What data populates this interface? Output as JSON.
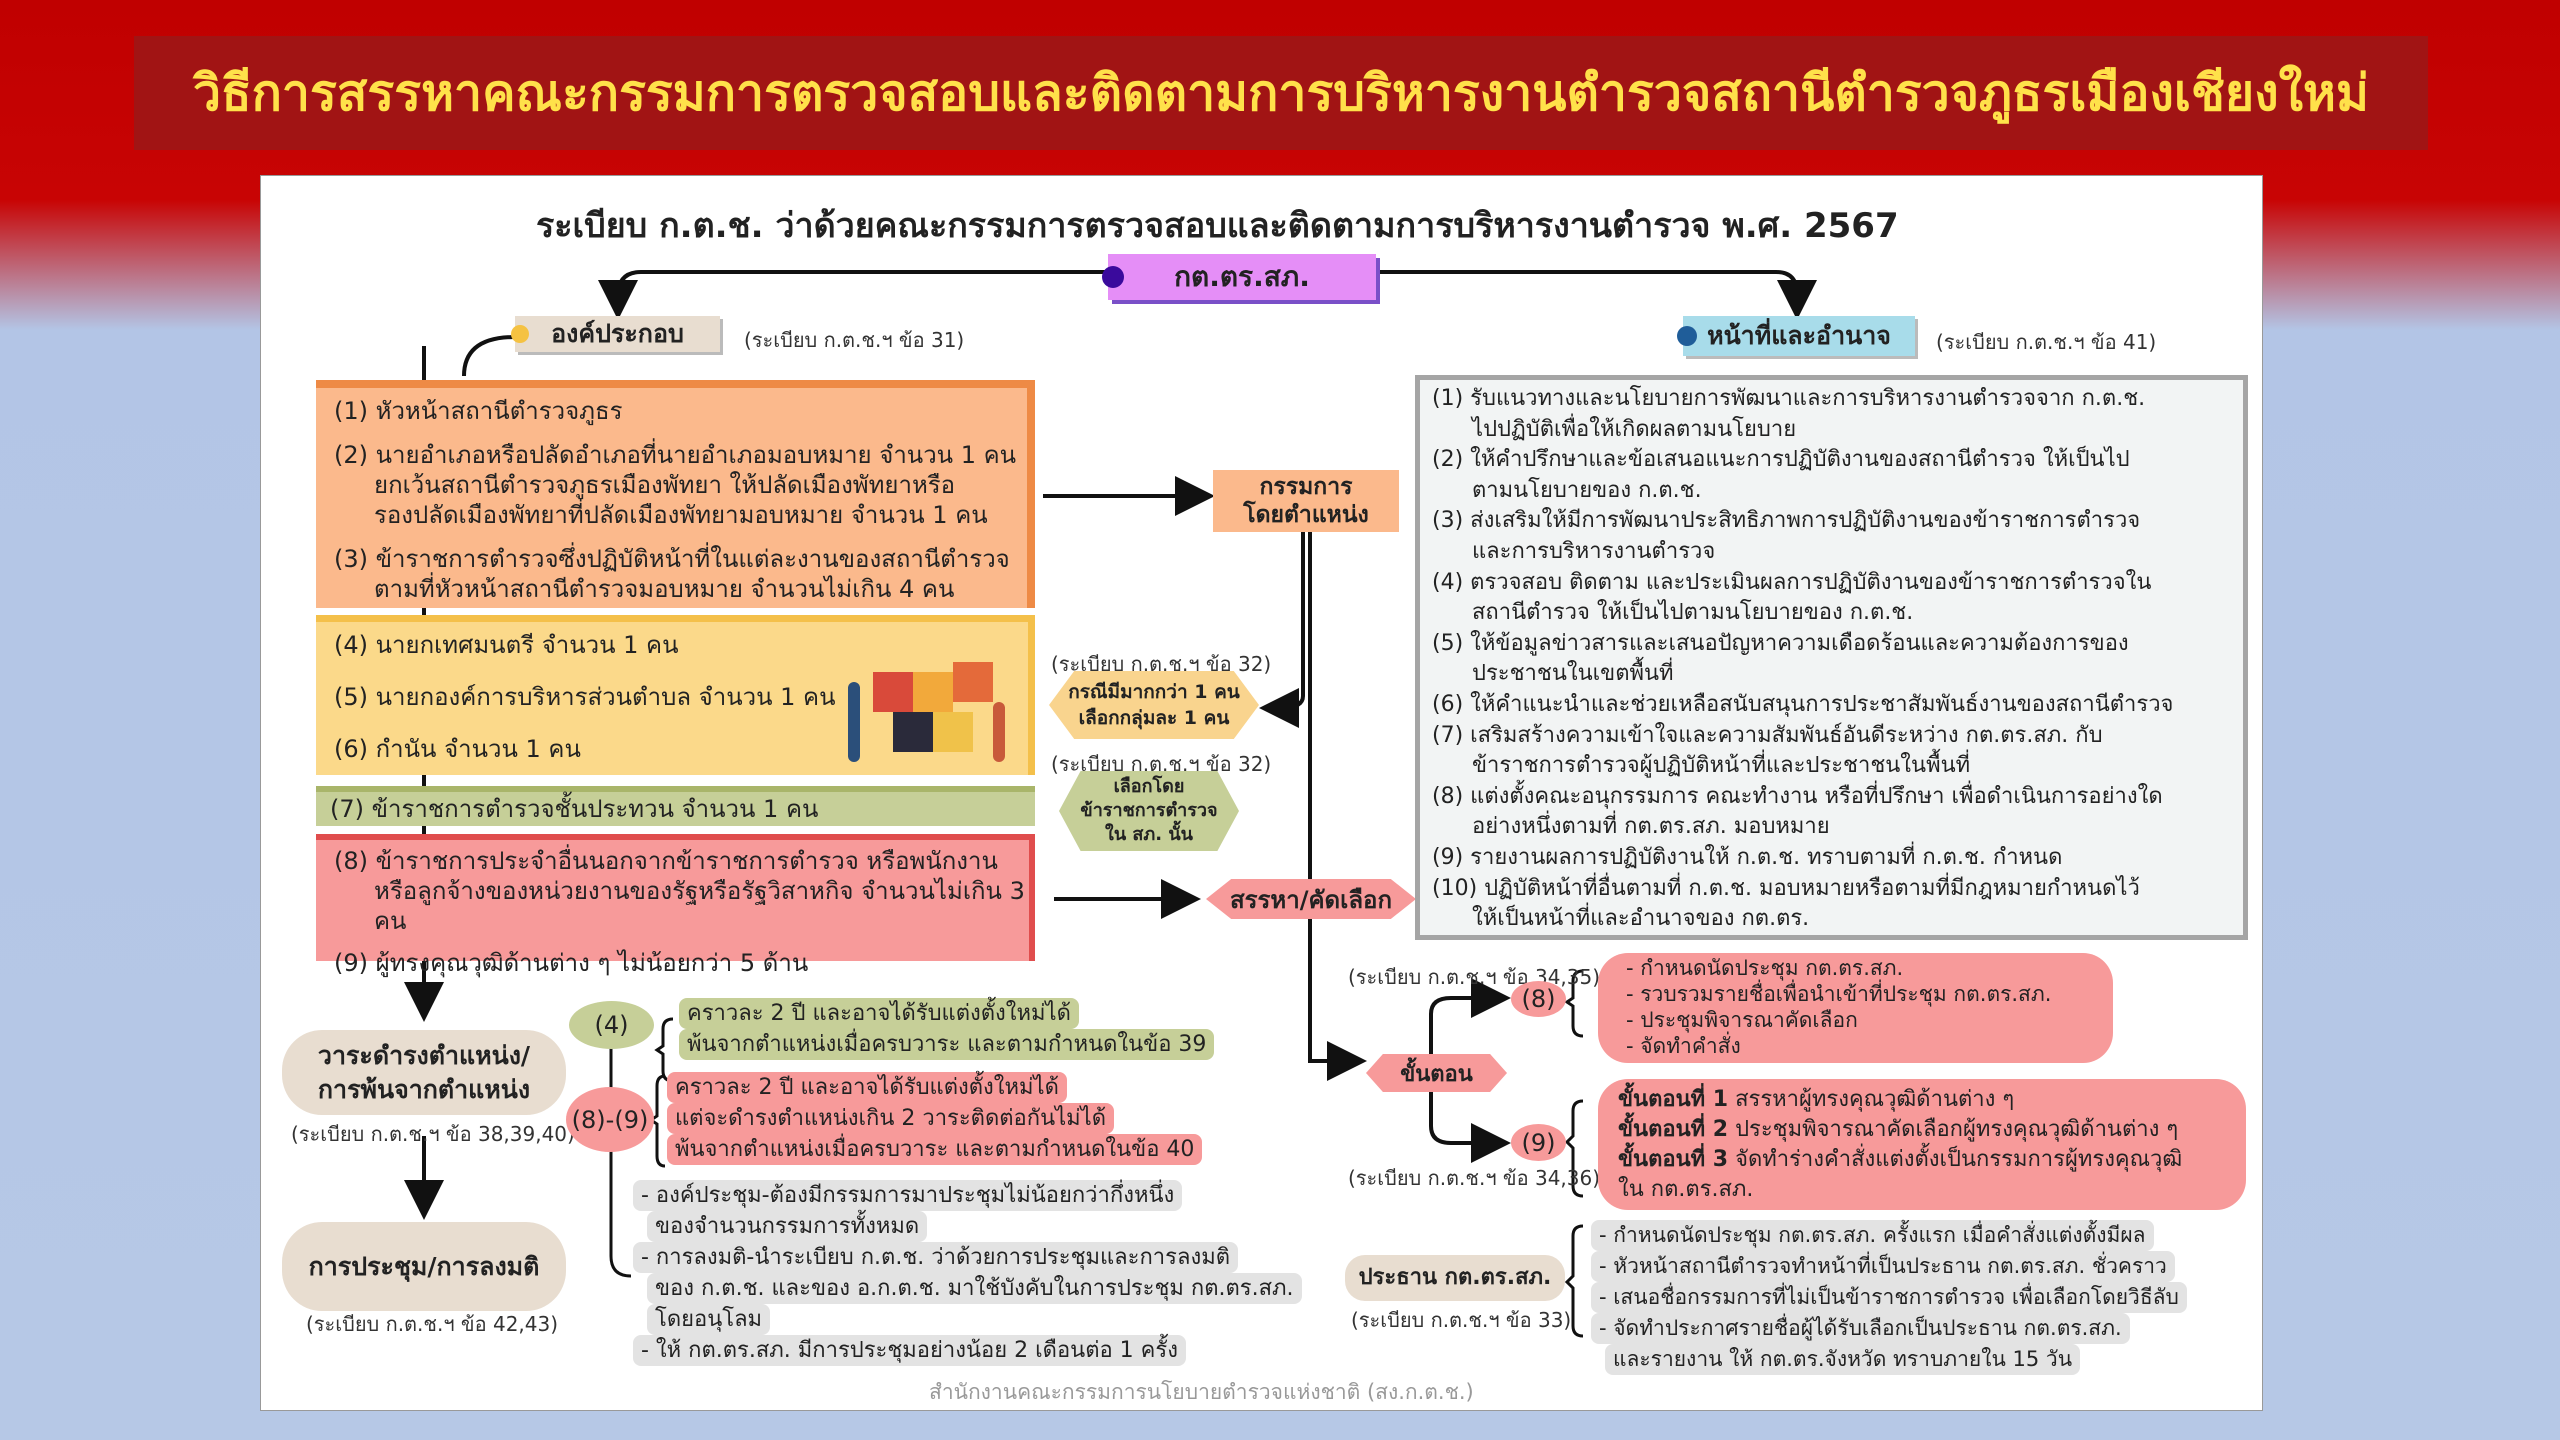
{
  "title": "วิธีการสรรหาคณะกรรมการตรวจสอบและติดตามการบริหารงานตำรวจสถานีตำรวจภูธรเมืองเชียงใหม่",
  "heading": "ระเบียบ ก.ต.ช. ว่าด้วยคณะกรรมการตรวจสอบและติดตามการบริหารงานตำรวจ พ.ศ. 2567",
  "center_node": "กต.ตร.สภ.",
  "composition": {
    "label": "องค์ประกอบ",
    "cite": "(ระเบียบ ก.ต.ช.ฯ ข้อ 31)",
    "orange_items": [
      "(1) หัวหน้าสถานีตำรวจภูธร",
      "(2) นายอำเภอหรือปลัดอำเภอที่นายอำเภอมอบหมาย จำนวน 1 คน",
      "ยกเว้นสถานีตำรวจภูธรเมืองพัทยา ให้ปลัดเมืองพัทยาหรือ",
      "รองปลัดเมืองพัทยาที่ปลัดเมืองพัทยามอบหมาย จำนวน 1 คน",
      "(3) ข้าราชการตำรวจซึ่งปฏิบัติหน้าที่ในแต่ละงานของสถานีตำรวจ",
      "ตามที่หัวหน้าสถานีตำรวจมอบหมาย จำนวนไม่เกิน 4 คน"
    ],
    "yellow_items": [
      "(4) นายกเทศมนตรี จำนวน 1 คน",
      "(5) นายกองค์การบริหารส่วนตำบล จำนวน 1 คน",
      "(6) กำนัน จำนวน 1 คน"
    ],
    "green_item": "(7) ข้าราชการตำรวจชั้นประทวน จำนวน 1 คน",
    "red_items": [
      "(8) ข้าราชการประจำอื่นนอกจากข้าราชการตำรวจ หรือพนักงาน",
      "หรือลูกจ้างของหน่วยงานของรัฐหรือรัฐวิสาหกิจ จำนวนไม่เกิน 3 คน",
      "(9) ผู้ทรงคุณวุฒิด้านต่าง ๆ ไม่น้อยกว่า 5 ด้าน"
    ]
  },
  "ex_officio": [
    "กรรมการ",
    "โดยตำแหน่ง"
  ],
  "hex_group": {
    "cite": "(ระเบียบ ก.ต.ช.ฯ ข้อ 32)",
    "lines": [
      "กรณีมีมากกว่า 1 คน",
      "เลือกกลุ่มละ 1 คน"
    ]
  },
  "hex_police": {
    "cite": "(ระเบียบ ก.ต.ช.ฯ ข้อ 32)",
    "lines": [
      "เลือกโดย",
      "ข้าราชการตำรวจ",
      "ใน สภ. นั้น"
    ]
  },
  "recruit": "สรรหา/คัดเลือก",
  "duties": {
    "label": "หน้าที่และอำนาจ",
    "cite": "(ระเบียบ ก.ต.ช.ฯ ข้อ 41)",
    "lines": [
      "(1) รับแนวทางและนโยบายการพัฒนาและการบริหารงานตำรวจจาก ก.ต.ช.",
      "ไปปฏิบัติเพื่อให้เกิดผลตามนโยบาย",
      "(2) ให้คำปรึกษาและข้อเสนอแนะการปฏิบัติงานของสถานีตำรวจ ให้เป็นไป",
      "ตามนโยบายของ ก.ต.ช.",
      "(3) ส่งเสริมให้มีการพัฒนาประสิทธิภาพการปฏิบัติงานของข้าราชการตำรวจ",
      "และการบริหารงานตำรวจ",
      "(4) ตรวจสอบ ติดตาม และประเมินผลการปฏิบัติงานของข้าราชการตำรวจใน",
      "สถานีตำรวจ ให้เป็นไปตามนโยบายของ ก.ต.ช.",
      "(5) ให้ข้อมูลข่าวสารและเสนอปัญหาความเดือดร้อนและความต้องการของ",
      "ประชาชนในเขตพื้นที่",
      "(6) ให้คำแนะนำและช่วยเหลือสนับสนุนการประชาสัมพันธ์งานของสถานีตำรวจ",
      "(7) เสริมสร้างความเข้าใจและความสัมพันธ์อันดีระหว่าง กต.ตร.สภ. กับ",
      "ข้าราชการตำรวจผู้ปฏิบัติหน้าที่และประชาชนในพื้นที่",
      "(8)  แต่งตั้งคณะอนุกรรมการ คณะทำงาน หรือที่ปรึกษา เพื่อดำเนินการอย่างใด",
      "อย่างหนึ่งตามที่ กต.ตร.สภ. มอบหมาย",
      "(9) รายงานผลการปฏิบัติงานให้ ก.ต.ช. ทราบตามที่ ก.ต.ช. กำหนด",
      "(10) ปฏิบัติหน้าที่อื่นตามที่ ก.ต.ช. มอบหมายหรือตามที่มีกฎหมายกำหนดไว้",
      "ให้เป็นหน้าที่และอำนาจของ กต.ตร."
    ]
  },
  "steps": {
    "label": "ขั้นตอน",
    "cite8": "(ระเบียบ ก.ต.ช.ฯ ข้อ 34,35)",
    "cite9": "(ระเบียบ ก.ต.ช.ฯ ข้อ 34,36)",
    "c8": "(8)",
    "c9": "(9)",
    "items8": [
      "- กำหนดนัดประชุม กต.ตร.สภ.",
      "- รวบรวมรายชื่อเพื่อนำเข้าที่ประชุม กต.ตร.สภ.",
      "- ประชุมพิจารณาคัดเลือก",
      "- จัดทำคำสั่ง"
    ],
    "items9": [
      {
        "b": "ขั้นตอนที่ 1",
        "t": " สรรหาผู้ทรงคุณวุฒิด้านต่าง ๆ"
      },
      {
        "b": "ขั้นตอนที่ 2",
        "t": " ประชุมพิจารณาคัดเลือกผู้ทรงคุณวุฒิด้านต่าง ๆ"
      },
      {
        "b": "ขั้นตอนที่ 3",
        "t": " จัดทำร่างคำสั่งแต่งตั้งเป็นกรรมการผู้ทรงคุณวุฒิ"
      },
      {
        "b": "",
        "t": "ใน กต.ตร.สภ."
      }
    ]
  },
  "chair": {
    "label": "ประธาน กต.ตร.สภ.",
    "cite": "(ระเบียบ ก.ต.ช.ฯ ข้อ 33)",
    "items": [
      "- กำหนดนัดประชุม กต.ตร.สภ. ครั้งแรก เมื่อคำสั่งแต่งตั้งมีผล",
      "- หัวหน้าสถานีตำรวจทำหน้าที่เป็นประธาน กต.ตร.สภ. ชั่วคราว",
      "- เสนอชื่อกรรมการที่ไม่เป็นข้าราชการตำรวจ เพื่อเลือกโดยวิธีลับ",
      "- จัดทำประกาศรายชื่อผู้ได้รับเลือกเป็นประธาน กต.ตร.สภ.",
      "และรายงาน ให้ กต.ตร.จังหวัด ทราบภายใน 15 วัน"
    ]
  },
  "term": {
    "label": [
      "วาระดำรงตำแหน่ง/",
      "การพ้นจากตำแหน่ง"
    ],
    "cite": "(ระเบียบ ก.ต.ช.ฯ ข้อ 38,39,40)",
    "c4": "(4)",
    "items4": [
      "คราวละ 2 ปี และอาจได้รับแต่งตั้งใหม่ได้",
      "พ้นจากตำแหน่งเมื่อครบวาระ และตามกำหนดในข้อ 39"
    ],
    "c89": "(8)-(9)",
    "items89": [
      "คราวละ 2 ปี และอาจได้รับแต่งตั้งใหม่ได้",
      "แต่จะดำรงตำแหน่งเกิน 2 วาระติดต่อกันไม่ได้",
      "พ้นจากตำแหน่งเมื่อครบวาระ และตามกำหนดในข้อ 40"
    ]
  },
  "meeting": {
    "label": "การประชุม/การลงมติ",
    "cite": "(ระเบียบ ก.ต.ช.ฯ ข้อ 42,43)",
    "items": [
      "- องค์ประชุม-ต้องมีกรรมการมาประชุมไม่น้อยกว่ากึ่งหนึ่ง",
      "ของจำนวนกรรมการทั้งหมด",
      "- การลงมติ-นำระเบียบ ก.ต.ช. ว่าด้วยการประชุมและการลงมติ",
      "ของ ก.ต.ช. และของ อ.ก.ต.ช. มาใช้บังคับในการประชุม กต.ตร.สภ.",
      "โดยอนุโลม",
      "- ให้ กต.ตร.สภ. มีการประชุมอย่างน้อย 2 เดือนต่อ 1 ครั้ง"
    ]
  },
  "footer": "สำนักงานคณะกรรมการนโยบายตำรวจแห่งชาติ (สง.ก.ต.ช.)",
  "colors": {
    "orange": "#fbb98c",
    "yellow": "#fbd98a",
    "green": "#c6cf98",
    "red": "#f79a9a",
    "purple": "#e58ef7",
    "grey": "#e3e3e3",
    "beige": "#e8ddd0"
  }
}
